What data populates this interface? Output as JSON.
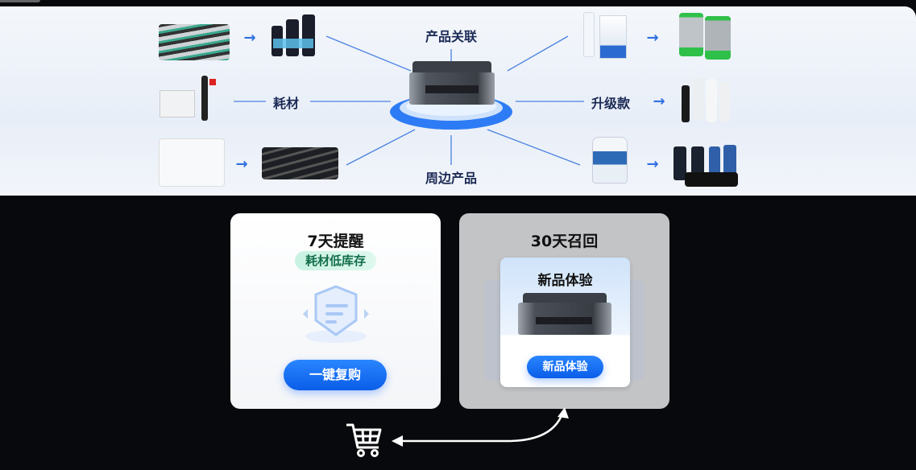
{
  "diagram": {
    "center_label_top": "产品关联",
    "label_left": "耗材",
    "label_right": "升级款",
    "center_label_bottom": "周边产品"
  },
  "cards": {
    "reminder": {
      "title": "7天提醒",
      "tag": "耗材低库存",
      "button": "一键复购"
    },
    "recall": {
      "title": "30天召回",
      "inner_title": "新品体验",
      "button": "新品体验"
    }
  },
  "colors": {
    "accent": "#0a5de8",
    "tag_bg": "#c8f2e2",
    "tag_text": "#126e4b"
  }
}
